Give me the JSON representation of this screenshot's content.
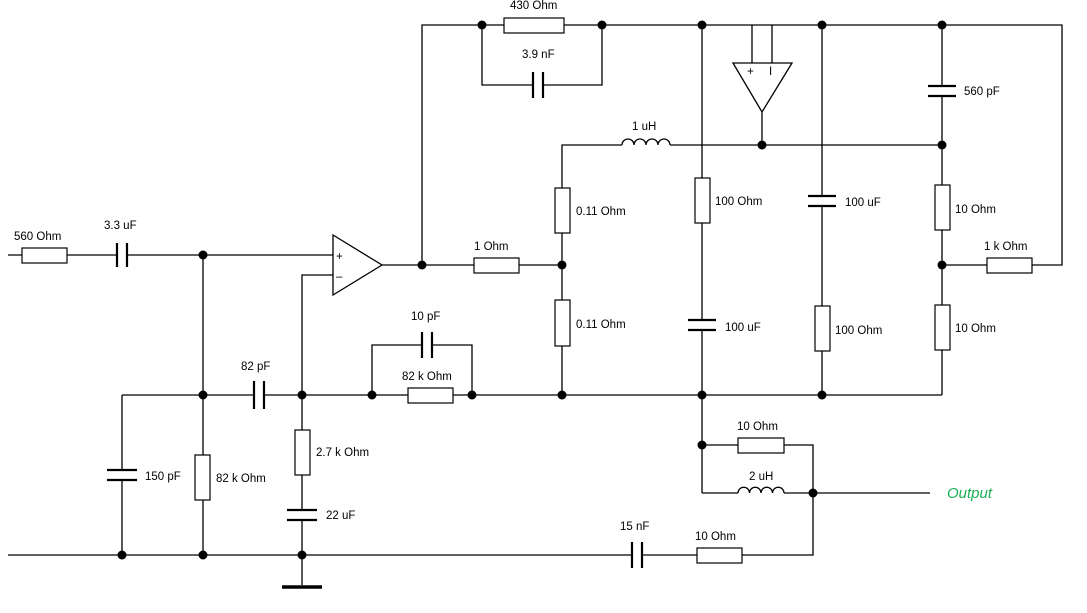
{
  "labels": {
    "r_in": "560  Ohm",
    "c_in": "3.3 uF",
    "c_150p": "150 pF",
    "r_82k_a": "82 k Ohm",
    "c_82p": "82 pF",
    "r_2k7": "2.7 k Ohm",
    "c_22u": "22 uF",
    "c_10p": "10 pF",
    "r_82k_b": "82 k Ohm",
    "r_430": "430  Ohm",
    "c_3n9": "3.9 nF",
    "r_1": "1  Ohm",
    "l_1u": "1 uH",
    "r_011_a": "0.11  Ohm",
    "r_011_b": "0.11  Ohm",
    "r_100_a": "100  Ohm",
    "c_100u_a": "100 uF",
    "c_100u_b": "100 uF",
    "r_100_b": "100  Ohm",
    "c_560p": "560  pF",
    "r_10_a": "10  Ohm",
    "r_1k": "1 k Ohm",
    "r_10_b": "10  Ohm",
    "r_10_out": "10  Ohm",
    "l_2u": "2 uH",
    "c_15n": "15 nF",
    "r_10_fb": "10  Ohm",
    "output": "Output",
    "opamp_plus": "+",
    "opamp_minus": "–",
    "amp2_plus": "+",
    "amp2_minus": "I"
  },
  "colors": {
    "wire": "#000000",
    "output_label": "#1cae55"
  }
}
